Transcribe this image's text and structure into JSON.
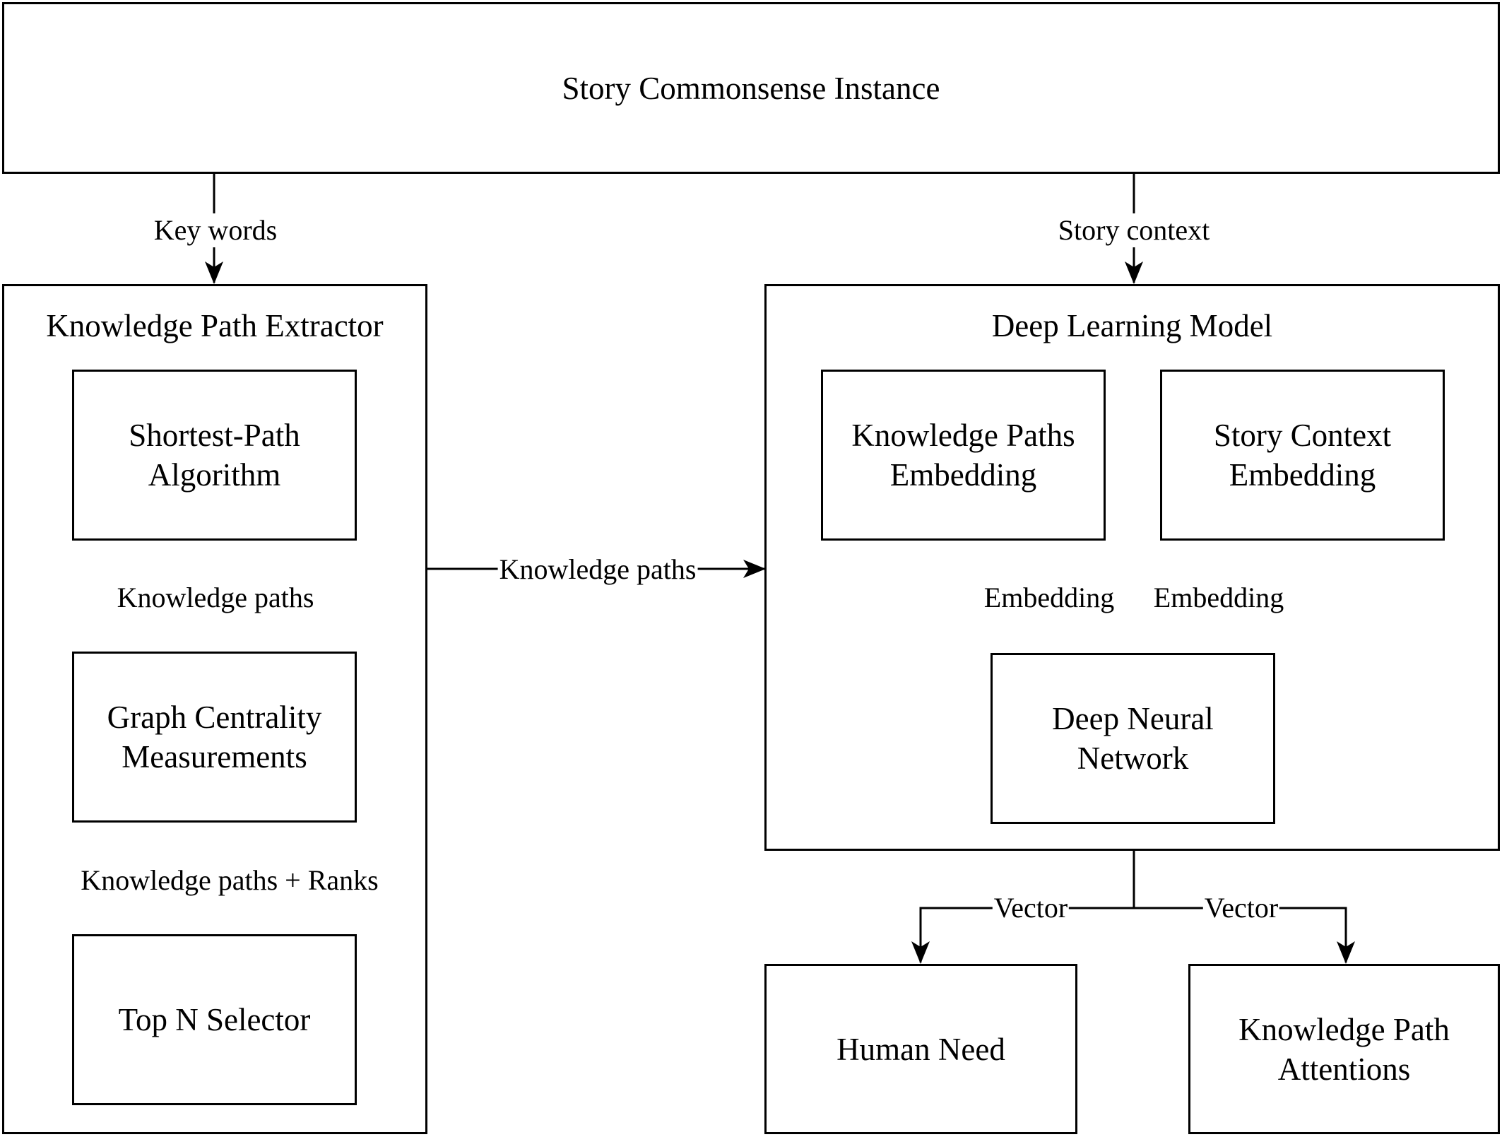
{
  "nodes": {
    "instance": {
      "label": "Story Commonsense Instance"
    },
    "extractor": {
      "title": "Knowledge Path Extractor"
    },
    "shortest_path": {
      "label": "Shortest-Path\nAlgorithm"
    },
    "centrality": {
      "label": "Graph Centrality\nMeasurements"
    },
    "top_n": {
      "label": "Top N Selector"
    },
    "model": {
      "title": "Deep Learning Model"
    },
    "kp_embedding": {
      "label": "Knowledge Paths\nEmbedding"
    },
    "sc_embedding": {
      "label": "Story Context\nEmbedding"
    },
    "dnn": {
      "label": "Deep Neural\nNetwork"
    },
    "human_need": {
      "label": "Human Need"
    },
    "kp_attentions": {
      "label": "Knowledge Path\nAttentions"
    }
  },
  "edges": {
    "key_words": "Key words",
    "story_context": "Story context",
    "knowledge_paths_1": "Knowledge paths",
    "knowledge_paths_ranks": "Knowledge paths + Ranks",
    "knowledge_paths_main": "Knowledge paths",
    "embedding_left": "Embedding",
    "embedding_right": "Embedding",
    "vector_left": "Vector",
    "vector_right": "Vector"
  }
}
